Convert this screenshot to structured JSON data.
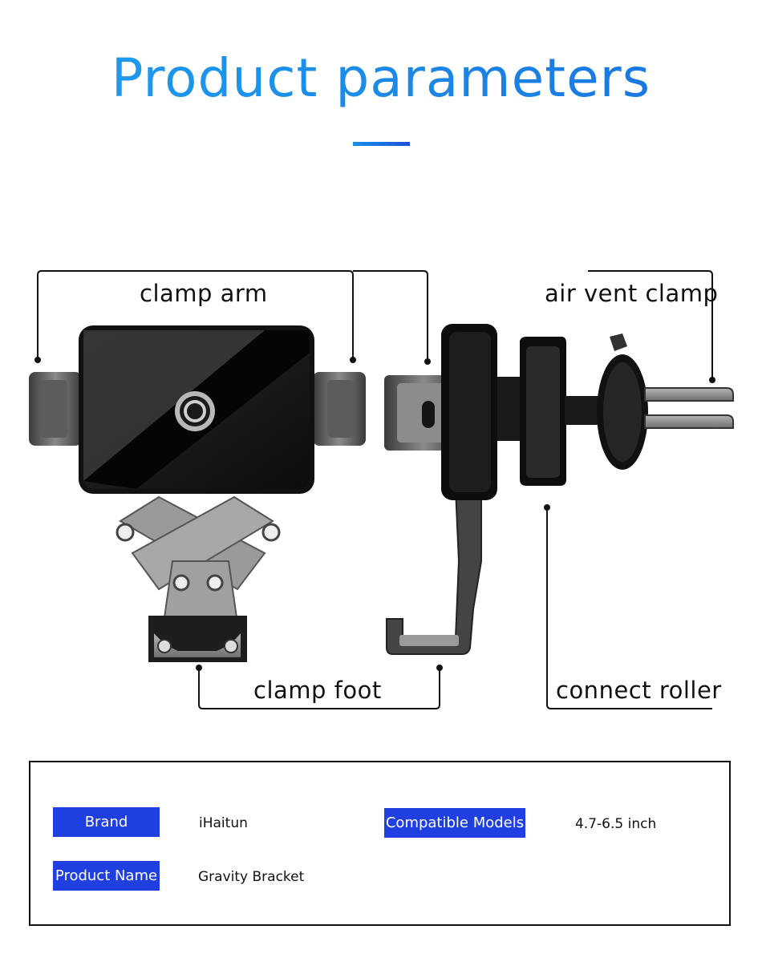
{
  "header": {
    "title": "Product parameters"
  },
  "callouts": {
    "clamp_arm": "clamp arm",
    "air_vent_clamp": "air vent clamp",
    "clamp_foot": "clamp foot",
    "connect_roller": "connect roller"
  },
  "specs": {
    "brand_label": "Brand",
    "brand_value": "iHaitun",
    "models_label": "Compatible Models",
    "models_value": "4.7-6.5 inch",
    "name_label": "Product Name",
    "name_value": "Gravity Bracket"
  },
  "colors": {
    "title_gradient_start": "#1ea0f0",
    "title_gradient_end": "#1a6fe0",
    "badge": "#1f3fe0"
  }
}
